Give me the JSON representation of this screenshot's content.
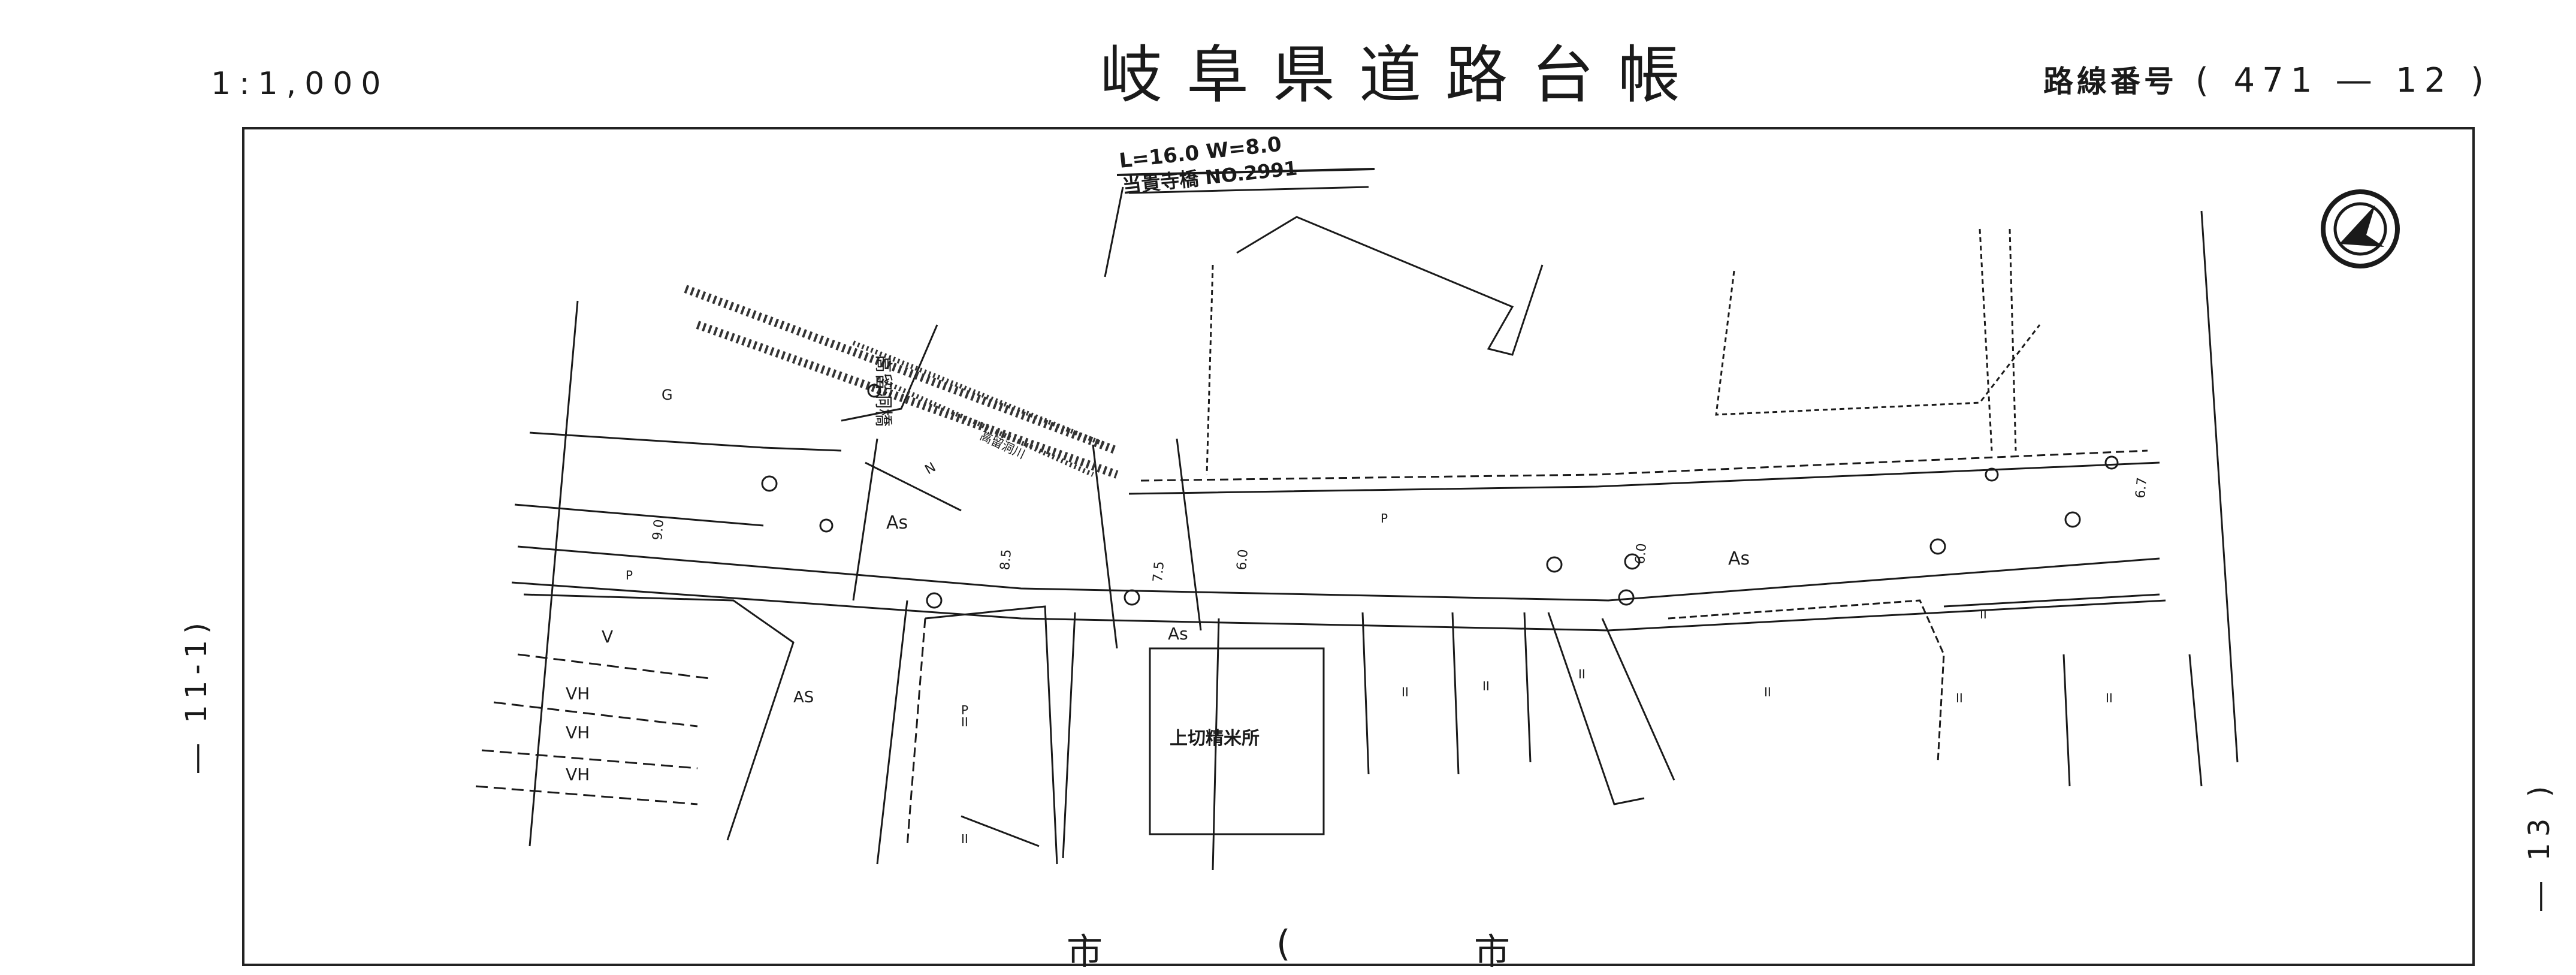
{
  "header": {
    "scale": "1:1,000",
    "title": "岐阜県道路台帳",
    "route_label": "路線番号",
    "route_open": "(",
    "route_number": "471",
    "route_dash": "―",
    "route_sheet": "12",
    "route_close": ")"
  },
  "side": {
    "left_sheet": "― 11-1)",
    "right_sheet": "― 13 )"
  },
  "bottom": {
    "mark_left": "市",
    "mark_mid": "(",
    "mark_right": "市"
  },
  "map": {
    "bridge_dims": "L=16.0 W=8.0",
    "bridge_name": "当貴寺橋 NO.2991",
    "bridge_vertical": "高留洞橋",
    "river_label": "高留洞川",
    "building_label": "上切精米所",
    "labels": {
      "g": "G",
      "v": "V",
      "vh": "VH",
      "as_small": "AS",
      "as": "As",
      "p": "P",
      "ii": "II",
      "n": "N"
    },
    "dims": [
      "9.0",
      "8.5",
      "7.5",
      "6.0",
      "6.0",
      "6.7"
    ],
    "compass_icon": "north-arrow-icon"
  }
}
